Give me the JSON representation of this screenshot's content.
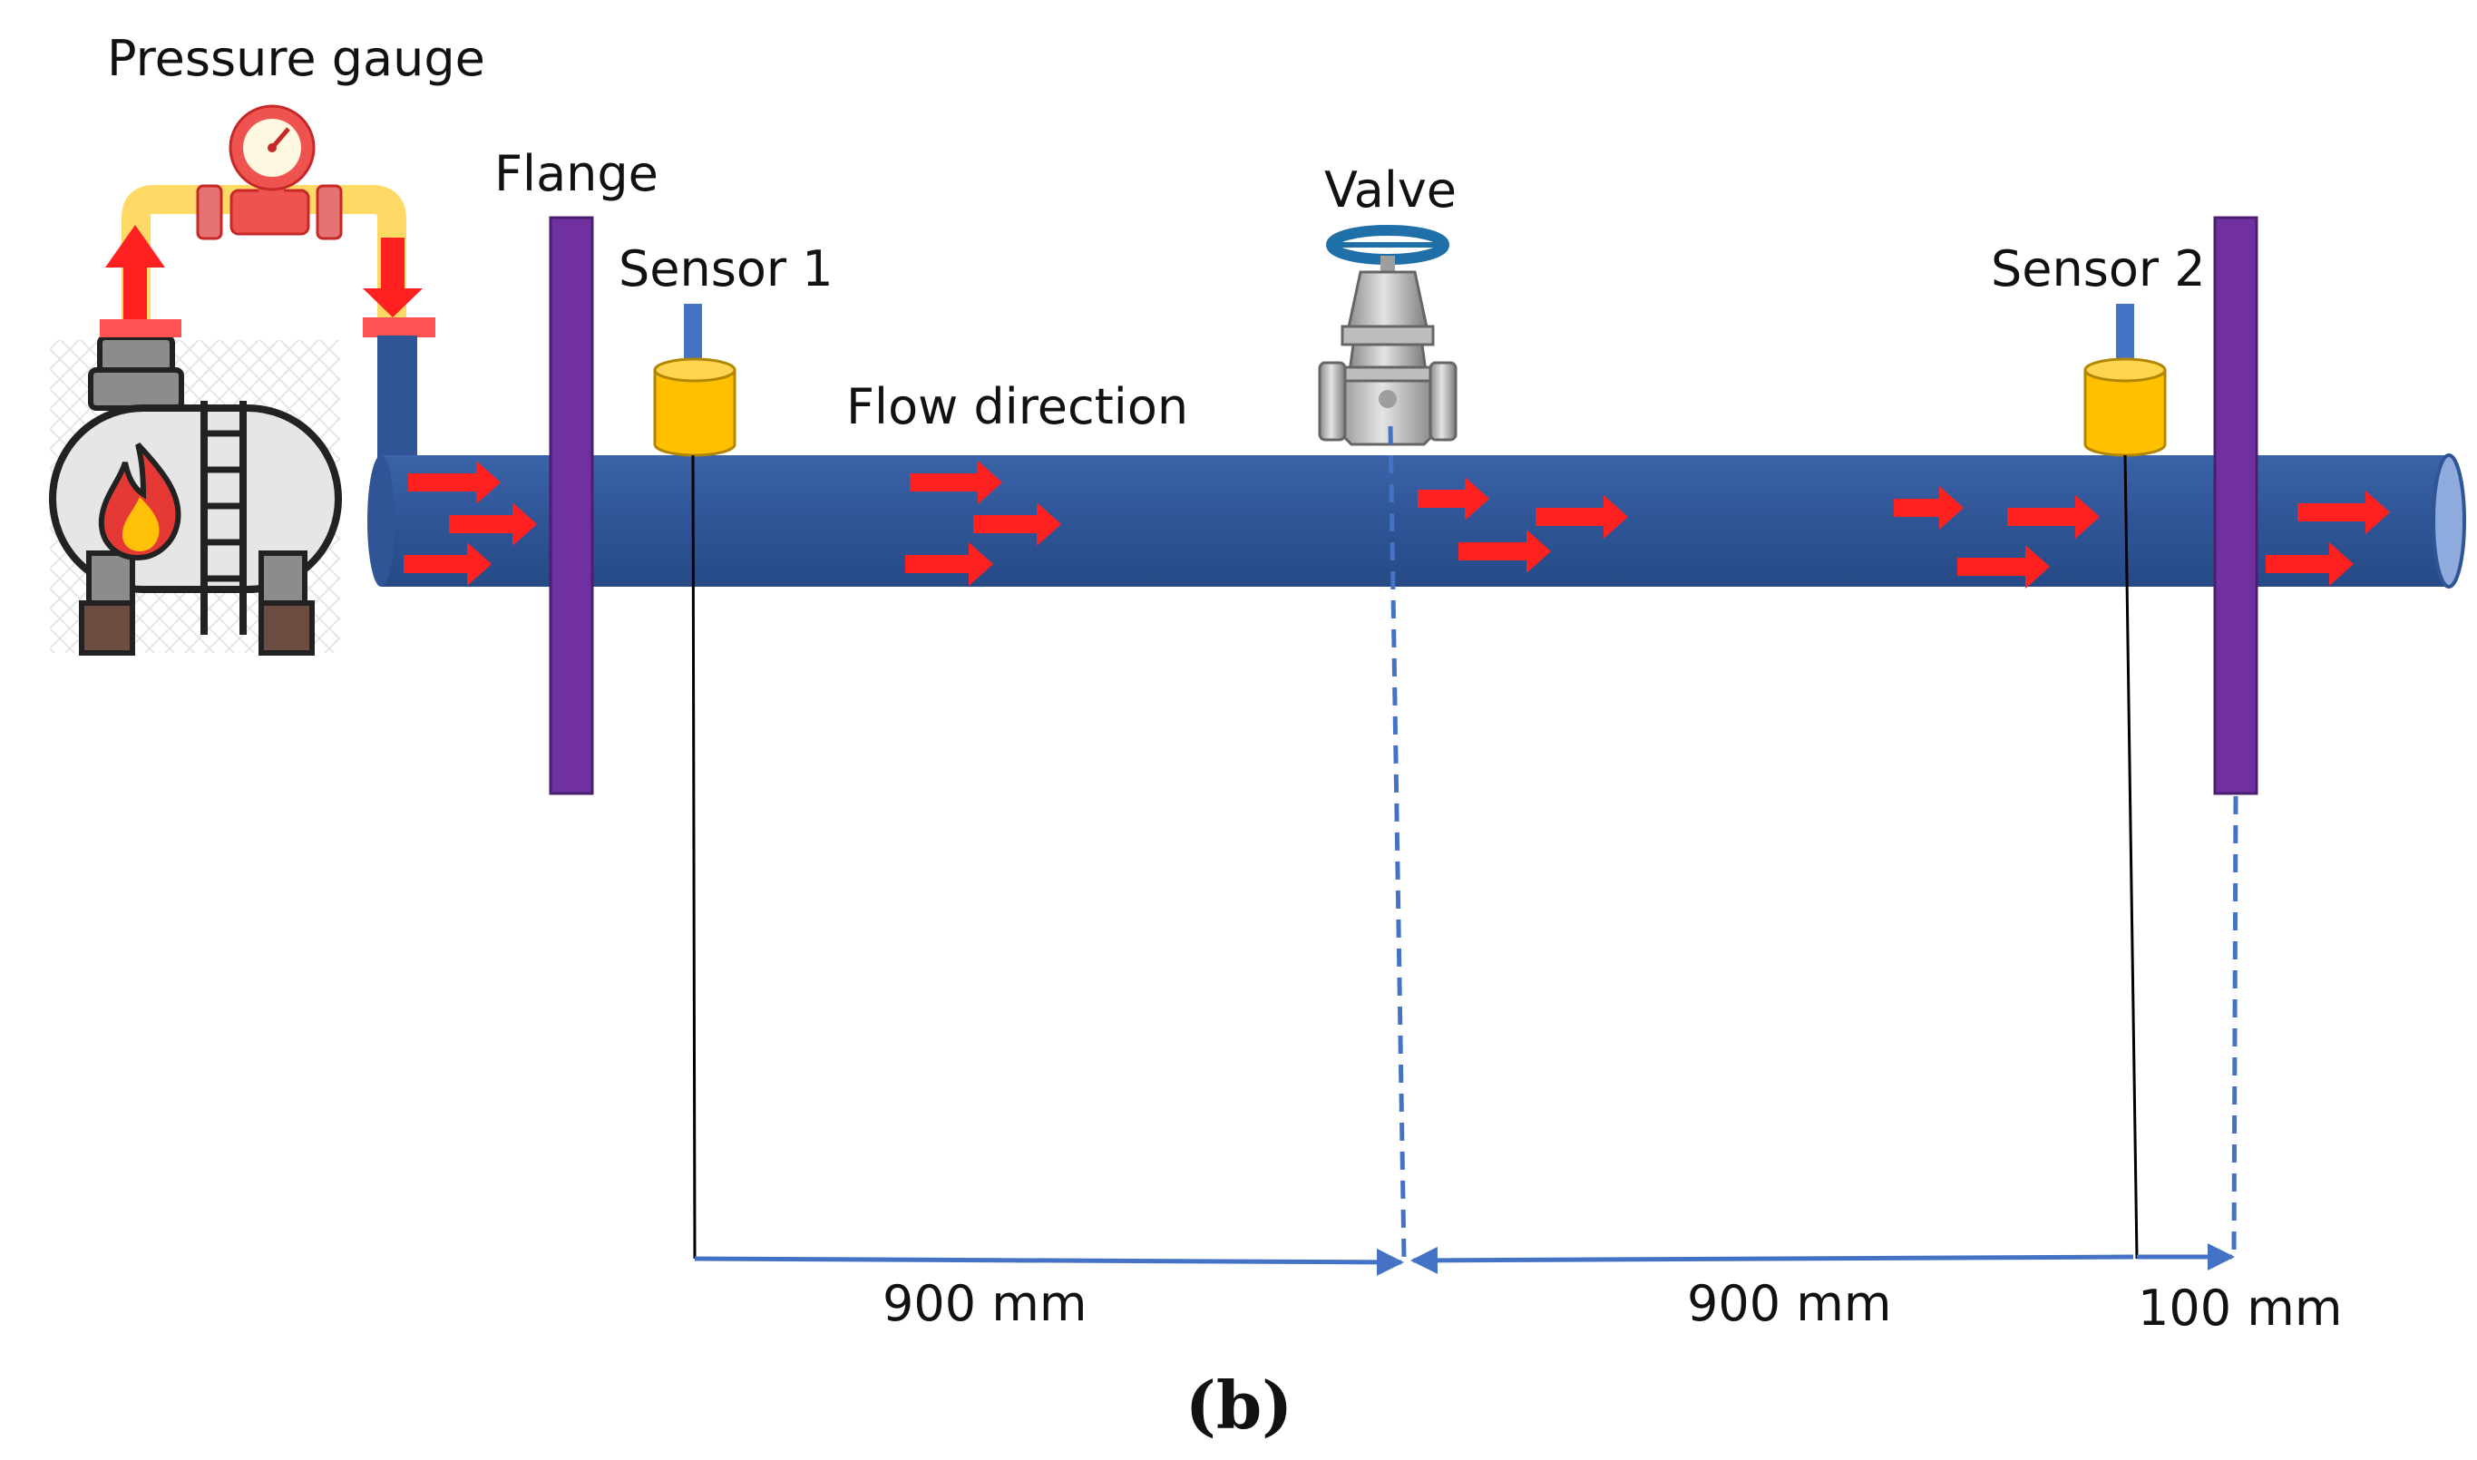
{
  "labels": {
    "pressure_gauge": "Pressure gauge",
    "flange": "Flange",
    "valve": "Valve",
    "sensor1": "Sensor 1",
    "sensor2": "Sensor 2",
    "flow_direction": "Flow direction"
  },
  "dimensions": {
    "sensor1_to_valve": "900 mm",
    "valve_to_sensor2": "900 mm",
    "sensor2_to_flange": "100 mm"
  },
  "caption": "(b)",
  "colors": {
    "pipe": "#2f5597",
    "flange": "#7030a0",
    "sensor_body": "#ffc000",
    "sensor_probe": "#4472c4",
    "flow_arrow": "#ff2020",
    "dimension_line": "#4472c4",
    "bypass_pipe": "#ffd966"
  },
  "icons": [
    "gas-tank-icon",
    "pressure-gauge-icon",
    "gate-valve-icon",
    "fire-icon"
  ]
}
